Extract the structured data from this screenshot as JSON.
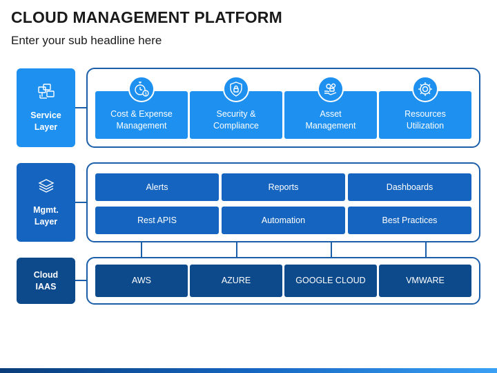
{
  "header": {
    "title": "CLOUD MANAGEMENT PLATFORM",
    "subtitle": "Enter your sub headline here"
  },
  "layers": {
    "service": {
      "label": "Service\nLayer",
      "icon": "network-servers-icon",
      "color": "#1e90f0",
      "items": [
        {
          "label": "Cost & Expense\nManagement",
          "icon": "stopwatch-dollar-icon"
        },
        {
          "label": "Security &\nCompliance",
          "icon": "shield-lock-icon"
        },
        {
          "label": "Asset\nManagement",
          "icon": "hand-gears-icon"
        },
        {
          "label": "Resources\nUtilization",
          "icon": "gear-target-icon"
        }
      ]
    },
    "mgmt": {
      "label": "Mgmt.\nLayer",
      "icon": "layers-stack-icon",
      "color": "#1565c0",
      "items": [
        "Alerts",
        "Reports",
        "Dashboards",
        "Rest APIS",
        "Automation",
        "Best Practices"
      ]
    },
    "cloud": {
      "label": "Cloud\nIAAS",
      "color": "#0d4a8c",
      "items": [
        "AWS",
        "AZURE",
        "GOOGLE CLOUD",
        "VMWARE"
      ]
    }
  },
  "colors": {
    "frame_border": "#1a5da8",
    "title_text": "#1a1a1a"
  }
}
